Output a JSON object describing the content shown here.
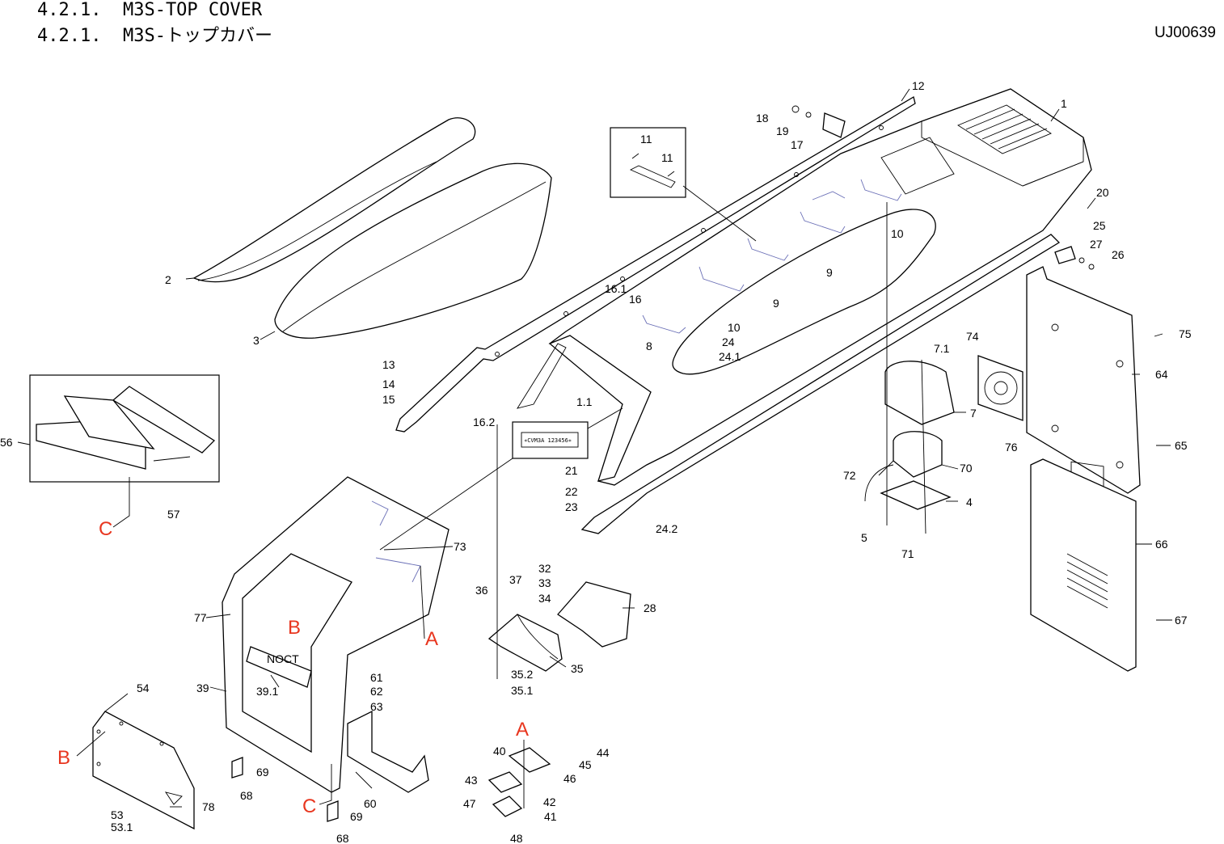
{
  "header": {
    "title_en": "4.2.1.  M3S-TOP COVER",
    "title_jp": "4.2.1.  M3S-トップカバー",
    "doc_id": "UJ00639"
  },
  "label_sticker": "∗CVM3A 123456∗",
  "nameplate": "NOCT",
  "part_numbers": {
    "p1": "1",
    "p1_1": "1.1",
    "p2": "2",
    "p3": "3",
    "p4": "4",
    "p5": "5",
    "p7": "7",
    "p7_1": "7.1",
    "p8": "8",
    "p9a": "9",
    "p9b": "9",
    "p10a": "10",
    "p10b": "10",
    "p11a": "11",
    "p11b": "11",
    "p12": "12",
    "p13": "13",
    "p14": "14",
    "p15": "15",
    "p16": "16",
    "p16_1": "16.1",
    "p16_2": "16.2",
    "p17": "17",
    "p18": "18",
    "p19": "19",
    "p20": "20",
    "p21": "21",
    "p22": "22",
    "p23": "23",
    "p24": "24",
    "p24_1": "24.1",
    "p24_2": "24.2",
    "p25": "25",
    "p26": "26",
    "p27": "27",
    "p28": "28",
    "p32": "32",
    "p33": "33",
    "p34": "34",
    "p35": "35",
    "p35_1": "35.1",
    "p35_2": "35.2",
    "p36": "36",
    "p37": "37",
    "p39": "39",
    "p39_1": "39.1",
    "p40": "40",
    "p41": "41",
    "p42": "42",
    "p43": "43",
    "p44": "44",
    "p45": "45",
    "p46": "46",
    "p47": "47",
    "p48": "48",
    "p53": "53",
    "p53_1": "53.1",
    "p54": "54",
    "p56": "56",
    "p57": "57",
    "p60": "60",
    "p61": "61",
    "p62": "62",
    "p63": "63",
    "p64": "64",
    "p65": "65",
    "p66": "66",
    "p67": "67",
    "p68a": "68",
    "p68b": "68",
    "p69a": "69",
    "p69b": "69",
    "p70": "70",
    "p71": "71",
    "p72": "72",
    "p73": "73",
    "p74": "74",
    "p75": "75",
    "p76": "76",
    "p77": "77",
    "p78": "78"
  },
  "reference_marks": {
    "a1": "A",
    "a2": "A",
    "b1": "B",
    "b2": "B",
    "c1": "C",
    "c2": "C"
  },
  "colors": {
    "reference_mark": "#e8361f",
    "hidden_line": "#6a6fb6",
    "line": "#000000"
  }
}
